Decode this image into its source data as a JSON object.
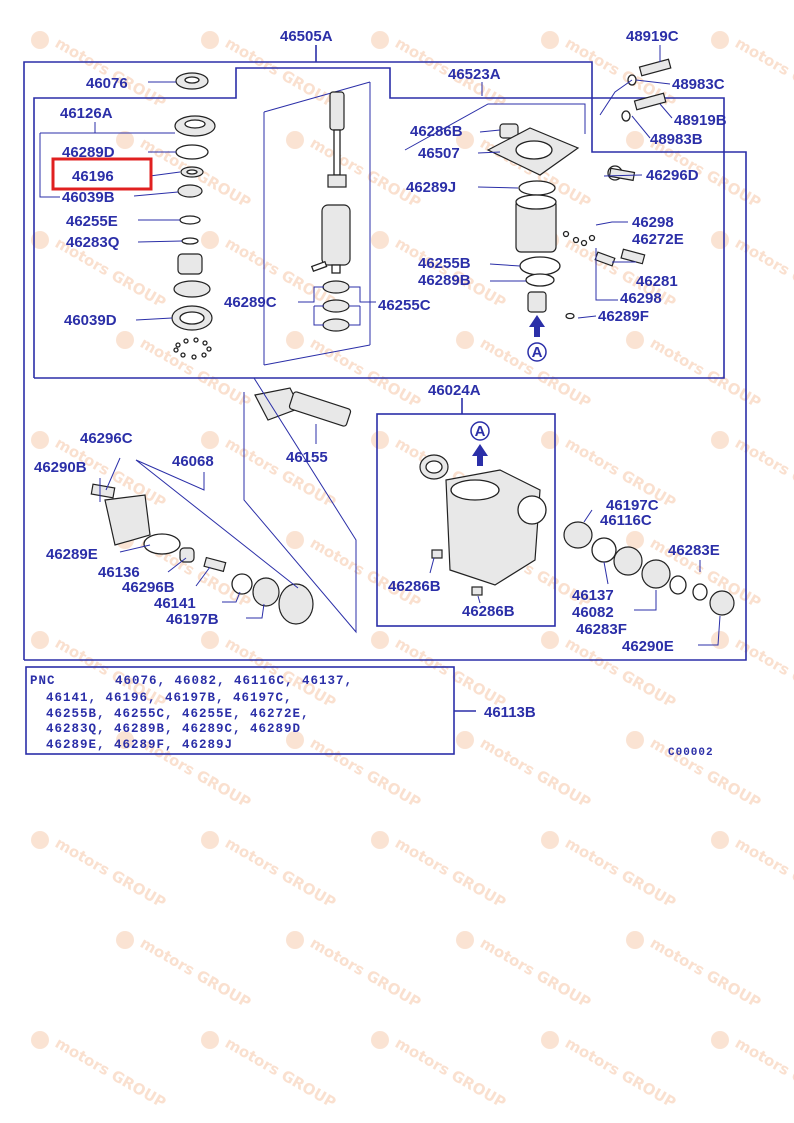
{
  "highlight_color": "#e02020",
  "line_color": "#2b2fa8",
  "watermark": {
    "brand": "motors GROUP"
  },
  "labels": {
    "l46505A": "46505A",
    "l46076": "46076",
    "l46126A": "46126A",
    "l46289D": "46289D",
    "l46196": "46196",
    "l46039B": "46039B",
    "l46255E": "46255E",
    "l46283Q": "46283Q",
    "l46039D": "46039D",
    "l46289C": "46289C",
    "l46255C": "46255C",
    "l46523A": "46523A",
    "l46286B_top": "46286B",
    "l46507": "46507",
    "l46289J": "46289J",
    "l46255B": "46255B",
    "l46289B": "46289B",
    "l46298a": "46298",
    "l46272E": "46272E",
    "l46281": "46281",
    "l46298b": "46298",
    "l46289F": "46289F",
    "l48919C": "48919C",
    "l48983C": "48983C",
    "l48919B": "48919B",
    "l48983B": "48983B",
    "l46296D": "46296D",
    "l46024A": "46024A",
    "l46155": "46155",
    "l46296C": "46296C",
    "l46290B": "46290B",
    "l46068": "46068",
    "l46289E": "46289E",
    "l46136": "46136",
    "l46296B": "46296B",
    "l46141": "46141",
    "l46197B": "46197B",
    "l46286B_a": "46286B",
    "l46286B_b": "46286B",
    "l46197C": "46197C",
    "l46116C": "46116C",
    "l46283E": "46283E",
    "l46137": "46137",
    "l46082": "46082",
    "l46283F": "46283F",
    "l46290E": "46290E",
    "l46113B": "46113B",
    "circleA_1": "A",
    "circleA_2": "A"
  },
  "pnc_box": {
    "lines": [
      "PNC       46076, 46082, 46116C, 46137,",
      "46141, 46196, 46197B, 46197C,",
      "46255B, 46255C, 46255E, 46272E,",
      "46283Q, 46289B, 46289C, 46289D",
      "46289E, 46289F, 46289J"
    ]
  },
  "figure_code": "C00002"
}
